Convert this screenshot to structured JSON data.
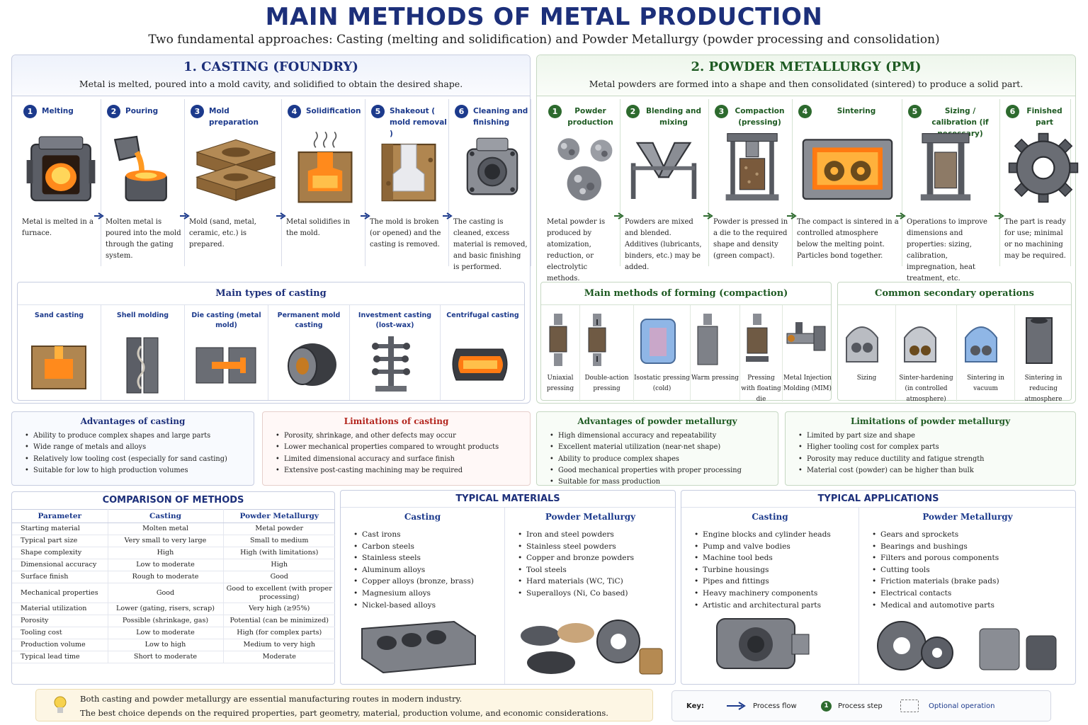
{
  "title": "MAIN METHODS OF METAL PRODUCTION",
  "subtitle": "Two fundamental approaches:   Casting (melting and solidification) and Powder Metallurgy (powder processing and consolidation)",
  "casting": {
    "title": "1. CASTING (FOUNDRY)",
    "summary": "Metal is melted, poured into a mold cavity, and solidified to obtain the desired shape.",
    "steps": [
      {
        "num": "1",
        "label": "Melting",
        "desc": "Metal is melted in a furnace."
      },
      {
        "num": "2",
        "label": "Pouring",
        "desc": "Molten metal is poured into the mold through the gating system."
      },
      {
        "num": "3",
        "label": "Mold preparation",
        "desc": "Mold (sand, metal, ceramic, etc.) is prepared."
      },
      {
        "num": "4",
        "label": "Solidification",
        "desc": "Metal solidifies in the mold."
      },
      {
        "num": "5",
        "label": "Shakeout ( mold removal )",
        "desc": "The mold is broken (or opened) and the casting is removed."
      },
      {
        "num": "6",
        "label": "Cleaning and finishing",
        "desc": "The casting is cleaned, excess material is removed, and basic finishing is performed."
      }
    ],
    "types_title": "Main types of casting",
    "types": [
      "Sand casting",
      "Shell molding",
      "Die casting (metal mold)",
      "Permanent mold casting",
      "Investment casting (lost-wax)",
      "Centrifugal casting"
    ]
  },
  "pm": {
    "title": "2. POWDER METALLURGY (PM)",
    "summary": "Metal powders are formed into a shape and then consolidated (sintered) to produce a solid part.",
    "steps": [
      {
        "num": "1",
        "label": "Powder production",
        "desc": "Metal powder is produced by atomization, reduction, or electrolytic methods."
      },
      {
        "num": "2",
        "label": "Blending and mixing",
        "desc": "Powders are mixed and blended. Additives (lubricants, binders, etc.) may be added."
      },
      {
        "num": "3",
        "label": "Compaction (pressing)",
        "desc": "Powder is pressed in a die to the required shape and density (green compact)."
      },
      {
        "num": "4",
        "label": "Sintering",
        "desc": "The compact is sintered in a controlled atmosphere below the melting point. Particles bond together."
      },
      {
        "num": "5",
        "label": "Sizing / calibration (if necessary)",
        "desc": "Operations to improve dimensions and properties: sizing, calibration, impregnation, heat treatment, etc."
      },
      {
        "num": "6",
        "label": "Finished part",
        "desc": "The part is ready for use; minimal or no machining may be required."
      }
    ],
    "forming_title": "Main methods of forming (compaction)",
    "forming": [
      "Uniaxial pressing",
      "Double-action pressing",
      "Isostatic pressing (cold)",
      "Warm pressing",
      "Pressing with floating die",
      "Metal Injection Molding (MIM)"
    ],
    "secondary_title": "Common secondary operations",
    "secondary": [
      "Sizing",
      "Sinter-hardening (in controlled atmosphere)",
      "Sintering in vacuum",
      "Sintering in reducing atmosphere"
    ]
  },
  "adv_casting": {
    "title": "Advantages of casting",
    "items": [
      "Ability to produce complex shapes and large parts",
      "Wide range of metals and alloys",
      "Relatively low tooling cost (especially for sand casting)",
      "Suitable for low to high production volumes"
    ]
  },
  "lim_casting": {
    "title": "Limitations of casting",
    "items": [
      "Porosity, shrinkage, and other defects may occur",
      "Lower mechanical properties compared to wrought products",
      "Limited dimensional accuracy and surface finish",
      "Extensive post-casting machining may be required"
    ]
  },
  "adv_pm": {
    "title": "Advantages of powder metallurgy",
    "items": [
      "High dimensional accuracy and repeatability",
      "Excellent material utilization (near-net shape)",
      "Ability to produce complex shapes",
      "Good mechanical properties with proper processing",
      "Suitable for mass production"
    ]
  },
  "lim_pm": {
    "title": "Limitations of powder metallurgy",
    "items": [
      "Limited by part size and shape",
      "Higher tooling cost for complex parts",
      "Porosity may reduce ductility and fatigue strength",
      "Material cost (powder) can be higher than bulk"
    ]
  },
  "comparison": {
    "title": "COMPARISON OF METHODS",
    "headers": [
      "Parameter",
      "Casting",
      "Powder Metallurgy"
    ],
    "rows": [
      [
        "Starting material",
        "Molten metal",
        "Metal powder"
      ],
      [
        "Typical part size",
        "Very small to very large",
        "Small to medium"
      ],
      [
        "Shape complexity",
        "High",
        "High (with limitations)"
      ],
      [
        "Dimensional accuracy",
        "Low to moderate",
        "High"
      ],
      [
        "Surface finish",
        "Rough to moderate",
        "Good"
      ],
      [
        "Mechanical properties",
        "Good",
        "Good to excellent (with proper processing)"
      ],
      [
        "Material utilization",
        "Lower (gating, risers, scrap)",
        "Very high (≥95%)"
      ],
      [
        "Porosity",
        "Possible (shrinkage, gas)",
        "Potential (can be minimized)"
      ],
      [
        "Tooling cost",
        "Low to moderate",
        "High (for complex parts)"
      ],
      [
        "Production volume",
        "Low to high",
        "Medium to very high"
      ],
      [
        "Typical lead time",
        "Short to moderate",
        "Moderate"
      ]
    ]
  },
  "materials": {
    "title": "TYPICAL MATERIALS",
    "casting_head": "Casting",
    "casting": [
      "Cast irons",
      "Carbon steels",
      "Stainless steels",
      "Aluminum alloys",
      "Copper alloys (bronze, brass)",
      "Magnesium alloys",
      "Nickel-based alloys"
    ],
    "pm_head": "Powder Metallurgy",
    "pm": [
      "Iron and steel powders",
      "Stainless steel powders",
      "Copper and bronze powders",
      "Tool steels",
      "Hard materials (WC, TiC)",
      "Superalloys (Ni, Co based)"
    ]
  },
  "applications": {
    "title": "TYPICAL APPLICATIONS",
    "casting_head": "Casting",
    "casting": [
      "Engine blocks and cylinder heads",
      "Pump and valve bodies",
      "Machine tool beds",
      "Turbine housings",
      "Pipes and fittings",
      "Heavy machinery components",
      "Artistic and architectural parts"
    ],
    "pm_head": "Powder Metallurgy",
    "pm": [
      "Gears and sprockets",
      "Bearings and bushings",
      "Filters and porous components",
      "Cutting tools",
      "Friction materials (brake pads)",
      "Electrical contacts",
      "Medical and automotive parts"
    ]
  },
  "note": {
    "line1": "Both casting and powder metallurgy are essential manufacturing routes in modern industry.",
    "line2": "The best choice depends on the required properties, part geometry, material, production volume, and economic considerations."
  },
  "key": {
    "label": "Key:",
    "flow": "Process flow",
    "step_num": "1",
    "step": "Process step",
    "optional": "Optional operation"
  },
  "colors": {
    "casting_accent": "#1c3a8c",
    "pm_accent": "#2d6a2e",
    "limit_red": "#b3261e"
  },
  "icons": [
    "furnace-icon",
    "ladle-icon",
    "mold-icon",
    "solidifying-mold-icon",
    "shakeout-icon",
    "casting-part-icon",
    "powder-icon",
    "v-blender-icon",
    "press-icon",
    "sintering-furnace-icon",
    "sizing-press-icon",
    "gear-icon",
    "lightbulb-icon"
  ]
}
